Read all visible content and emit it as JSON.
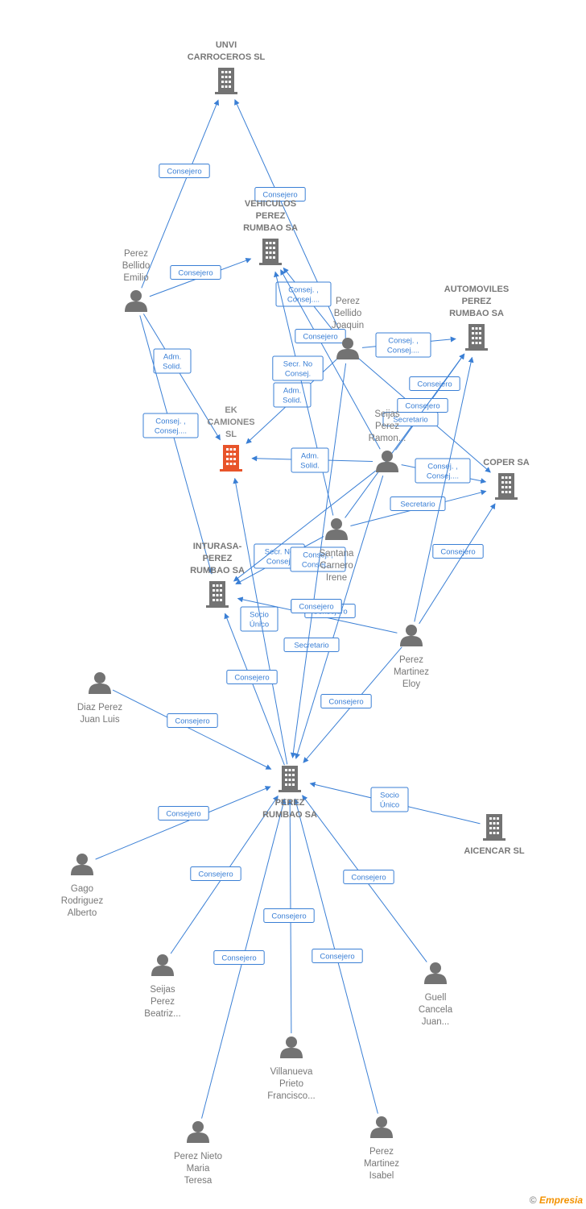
{
  "colors": {
    "edge": "#3a7fd5",
    "node": "#737373",
    "focus_company": "#e8542a"
  },
  "nodes": [
    {
      "id": "unvi",
      "type": "company",
      "label": "UNVI\nCARROCEROS SL",
      "icon": "building-icon"
    },
    {
      "id": "vehiculos",
      "type": "company",
      "label": "VEHICULOS\nPEREZ\nRUMBAO SA",
      "icon": "building-icon"
    },
    {
      "id": "automoviles",
      "type": "company",
      "label": "AUTOMOVILES\nPEREZ\nRUMBAO SA",
      "icon": "building-icon"
    },
    {
      "id": "ek",
      "type": "company",
      "focus": true,
      "label": "EK\nCAMIONES\nSL",
      "icon": "building-icon"
    },
    {
      "id": "coper",
      "type": "company",
      "label": "COPER SA",
      "icon": "building-icon"
    },
    {
      "id": "inturasa",
      "type": "company",
      "label": "INTURASA-\nPEREZ\nRUMBAO SA",
      "icon": "building-icon"
    },
    {
      "id": "perezrumbao",
      "type": "company",
      "label": "PEREZ\nRUMBAO SA",
      "icon": "building-icon"
    },
    {
      "id": "aicencar",
      "type": "company",
      "label": "AICENCAR SL",
      "icon": "building-icon"
    },
    {
      "id": "emilio",
      "type": "person",
      "label": "Perez\nBellido\nEmilio",
      "icon": "person-icon"
    },
    {
      "id": "joaquin",
      "type": "person",
      "label": "Perez\nBellido\nJoaquin",
      "icon": "person-icon"
    },
    {
      "id": "ramon",
      "type": "person",
      "label": "Seijas\nPerez\nRamon...",
      "icon": "person-icon"
    },
    {
      "id": "irene",
      "type": "person",
      "label": "Santana\nCarnero\nIrene",
      "icon": "person-icon"
    },
    {
      "id": "eloy",
      "type": "person",
      "label": "Perez\nMartinez\nEloy",
      "icon": "person-icon"
    },
    {
      "id": "diaz",
      "type": "person",
      "label": "Diaz Perez\nJuan Luis",
      "icon": "person-icon"
    },
    {
      "id": "gago",
      "type": "person",
      "label": "Gago\nRodriguez\nAlberto",
      "icon": "person-icon"
    },
    {
      "id": "beatriz",
      "type": "person",
      "label": "Seijas\nPerez\nBeatriz...",
      "icon": "person-icon"
    },
    {
      "id": "villanueva",
      "type": "person",
      "label": "Villanueva\nPrieto\nFrancisco...",
      "icon": "person-icon"
    },
    {
      "id": "guell",
      "type": "person",
      "label": "Guell\nCancela\nJuan...",
      "icon": "person-icon"
    },
    {
      "id": "nieto",
      "type": "person",
      "label": "Perez Nieto\nMaria\nTeresa",
      "icon": "person-icon"
    },
    {
      "id": "isabel",
      "type": "person",
      "label": "Perez\nMartinez\nIsabel",
      "icon": "person-icon"
    }
  ],
  "edges": [
    {
      "from": "emilio",
      "to": "unvi",
      "label": "Consejero"
    },
    {
      "from": "joaquin",
      "to": "unvi",
      "label": "Consejero"
    },
    {
      "from": "emilio",
      "to": "vehiculos",
      "label": "Consejero"
    },
    {
      "from": "emilio",
      "to": "ek",
      "label": "Adm.\nSolid."
    },
    {
      "from": "emilio",
      "to": "inturasa",
      "label": "Consej. ,\nConsej...."
    },
    {
      "from": "joaquin",
      "to": "vehiculos",
      "label": "Consej. ,\nConsej...."
    },
    {
      "from": "joaquin",
      "to": "automoviles",
      "label": "Consej. ,\nConsej...."
    },
    {
      "from": "joaquin",
      "to": "ek",
      "label": "Adm.\nSolid."
    },
    {
      "from": "joaquin",
      "to": "coper",
      "label": "Consejero"
    },
    {
      "from": "ramon",
      "to": "vehiculos",
      "label": "Consejero"
    },
    {
      "from": "ramon",
      "to": "automoviles",
      "label": "Consejero"
    },
    {
      "from": "ramon",
      "to": "coper",
      "label": "Consej. ,\nConsej...."
    },
    {
      "from": "irene",
      "to": "vehiculos",
      "label": "Secr.  No\nConsej."
    },
    {
      "from": "irene",
      "to": "automoviles",
      "label": "Secretario"
    },
    {
      "from": "irene",
      "to": "coper",
      "label": "Secretario"
    },
    {
      "from": "ramon",
      "to": "ek",
      "label": "Adm.\nSolid."
    },
    {
      "from": "irene",
      "to": "inturasa",
      "label": "Secr.  No\nConsej."
    },
    {
      "from": "ramon",
      "to": "inturasa",
      "label": "Consej. ,\nConsej...."
    },
    {
      "from": "eloy",
      "to": "inturasa",
      "label": "Consejero"
    },
    {
      "from": "eloy",
      "to": "automoviles",
      "label": "Consejero"
    },
    {
      "from": "eloy",
      "to": "coper",
      "label": "Consejero"
    },
    {
      "from": "eloy",
      "to": "perezrumbao",
      "label": "Consejero"
    },
    {
      "from": "perezrumbao",
      "to": "inturasa",
      "label": "Socio\nÚnico"
    },
    {
      "from": "perezrumbao",
      "to": "ek",
      "label": "Consejero"
    },
    {
      "from": "ramon",
      "to": "perezrumbao",
      "label": "Secretario"
    },
    {
      "from": "joaquin",
      "to": "perezrumbao",
      "label": "Consejero"
    },
    {
      "from": "diaz",
      "to": "perezrumbao",
      "label": "Consejero"
    },
    {
      "from": "gago",
      "to": "perezrumbao",
      "label": "Consejero"
    },
    {
      "from": "aicencar",
      "to": "perezrumbao",
      "label": "Socio\nÚnico"
    },
    {
      "from": "beatriz",
      "to": "perezrumbao",
      "label": "Consejero"
    },
    {
      "from": "villanueva",
      "to": "perezrumbao",
      "label": "Consejero"
    },
    {
      "from": "guell",
      "to": "perezrumbao",
      "label": "Consejero"
    },
    {
      "from": "nieto",
      "to": "perezrumbao",
      "label": "Consejero"
    },
    {
      "from": "isabel",
      "to": "perezrumbao",
      "label": "Consejero"
    }
  ],
  "footer": {
    "copyright": "©",
    "brand": "Empresia"
  }
}
